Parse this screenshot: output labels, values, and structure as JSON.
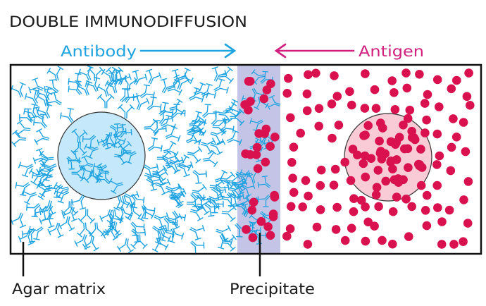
{
  "title": "DOUBLE IMMUNODIFFUSION",
  "labels": {
    "antibody": "Antibody",
    "antigen": "Antigen",
    "agar_matrix": "Agar matrix",
    "precipitate": "Precipitate"
  },
  "colors": {
    "antibody": "#1fa3e0",
    "antigen": "#d9124f",
    "antigen_arrow": "#d01f7d",
    "antibody_well": "#c5e8fa",
    "antigen_well": "#f8cbd6",
    "precipitate_band": "#c4c4e6",
    "outline": "#111111",
    "text": "#1a1a1a"
  }
}
